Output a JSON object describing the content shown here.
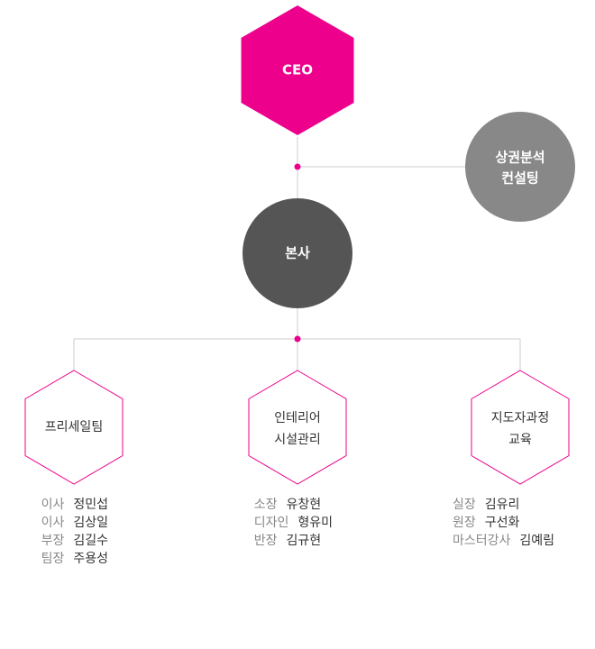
{
  "ceo": {
    "label": "CEO",
    "color": "#ec008c"
  },
  "consulting": {
    "line1": "상권분석",
    "line2": "컨설팅",
    "color": "#888888"
  },
  "hq": {
    "label": "본사",
    "color": "#555555"
  },
  "accent": "#ec008c",
  "departments": [
    {
      "line1": "프리세일팀",
      "line2": "",
      "staff": [
        {
          "title": "이사",
          "name": "정민섭"
        },
        {
          "title": "이사",
          "name": "김상일"
        },
        {
          "title": "부장",
          "name": "김길수"
        },
        {
          "title": "팀장",
          "name": "주용성"
        }
      ]
    },
    {
      "line1": "인테리어",
      "line2": "시설관리",
      "staff": [
        {
          "title": "소장",
          "name": "유창현"
        },
        {
          "title": "디자인",
          "name": "형유미"
        },
        {
          "title": "반장",
          "name": "김규현"
        }
      ]
    },
    {
      "line1": "지도자과정",
      "line2": "교육",
      "staff": [
        {
          "title": "실장",
          "name": "김유리"
        },
        {
          "title": "원장",
          "name": "구선화"
        },
        {
          "title": "마스터강사",
          "name": "김예림"
        }
      ]
    }
  ]
}
